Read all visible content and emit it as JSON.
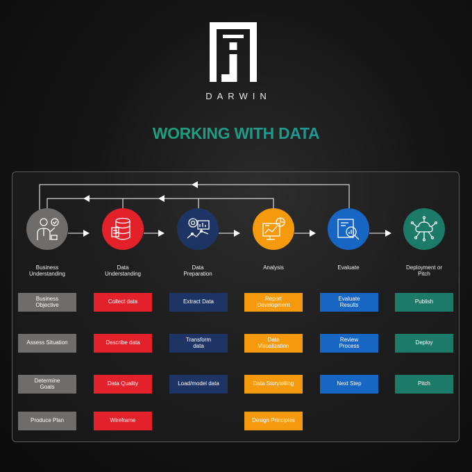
{
  "brand": {
    "name": "DARWIN"
  },
  "title": "WORKING WITH DATA",
  "colors": {
    "gray": "#6f6d6b",
    "red": "#e3212b",
    "navy": "#1e3464",
    "orange": "#f59a0d",
    "blue": "#1866c4",
    "teal": "#1b7b68"
  },
  "stages": [
    {
      "label": "Business\nUnderstanding",
      "icon": "businessman-icon",
      "items": [
        "Business\nObjective",
        "Assess Situation",
        "Determine\nGoals",
        "Produce Plan"
      ]
    },
    {
      "label": "Data\nUnderstanding",
      "icon": "database-icon",
      "items": [
        "Collect data",
        "Describe data",
        "Data Quality",
        "Wireframe"
      ]
    },
    {
      "label": "Data\nPreparation",
      "icon": "data-preparation-icon",
      "items": [
        "Extract Data",
        "Transform\ndata",
        "Load/model data"
      ]
    },
    {
      "label": "Analysis",
      "icon": "analysis-dashboard-icon",
      "items": [
        "Report\nDevelopment",
        "Data\nVisualization",
        "Data Storytelling",
        "Design Principles"
      ]
    },
    {
      "label": "Evaluate",
      "icon": "magnifier-report-icon",
      "items": [
        "Evaluate\nResults",
        "Review\nProcess",
        "Next Step"
      ]
    },
    {
      "label": "Deployment or\nPitch",
      "icon": "cloud-network-icon",
      "items": [
        "Publish",
        "Deploy",
        "Pitch"
      ]
    }
  ]
}
